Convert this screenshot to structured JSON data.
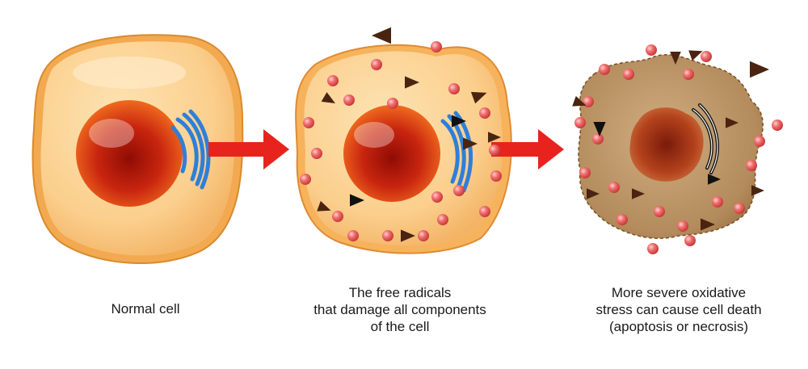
{
  "captions": {
    "normal": [
      "Normal cell"
    ],
    "radicals": [
      "The free radicals",
      "that damage all components",
      "of the cell"
    ],
    "stress": [
      "More severe oxidative",
      "stress can cause cell death",
      "(apoptosis or necrosis)"
    ]
  },
  "colors": {
    "cytoplasm": "#fbcf8d",
    "cytoplasm_shadow": "#f6b35c",
    "membrane": "#e79a3c",
    "nucleus": "#d02a12",
    "nucleus_core": "#9a1205",
    "golgi": "#2f7fd9",
    "radical": "#ef6b6b",
    "arrow": "#e8231e",
    "dead_cell": "#b8946a",
    "triangle_dark": "#4a2410"
  },
  "icons": {
    "stage1": "normal-cell",
    "stage2": "damaged-cell",
    "stage3": "dying-cell",
    "radical": "free-radical-dot",
    "oxidant": "triangle-oxidant"
  }
}
